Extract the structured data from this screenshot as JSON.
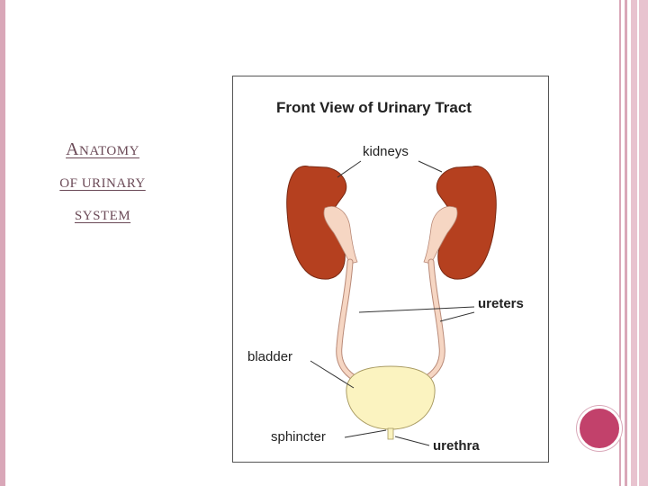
{
  "slide": {
    "title_line1_cap": "A",
    "title_line1_rest": "NATOMY",
    "title_line2": "OF URINARY",
    "title_line3": "SYSTEM"
  },
  "figure": {
    "heading": "Front View of Urinary Tract",
    "labels": {
      "kidneys": "kidneys",
      "ureters": "ureters",
      "bladder": "bladder",
      "sphincter": "sphincter",
      "urethra": "urethra"
    }
  },
  "colors": {
    "accent": "#c2416b",
    "kidney": "#b5401f",
    "ureter": "#f6d6c3",
    "bladder": "#fbf3c0",
    "rule": "#d9a7b8"
  }
}
